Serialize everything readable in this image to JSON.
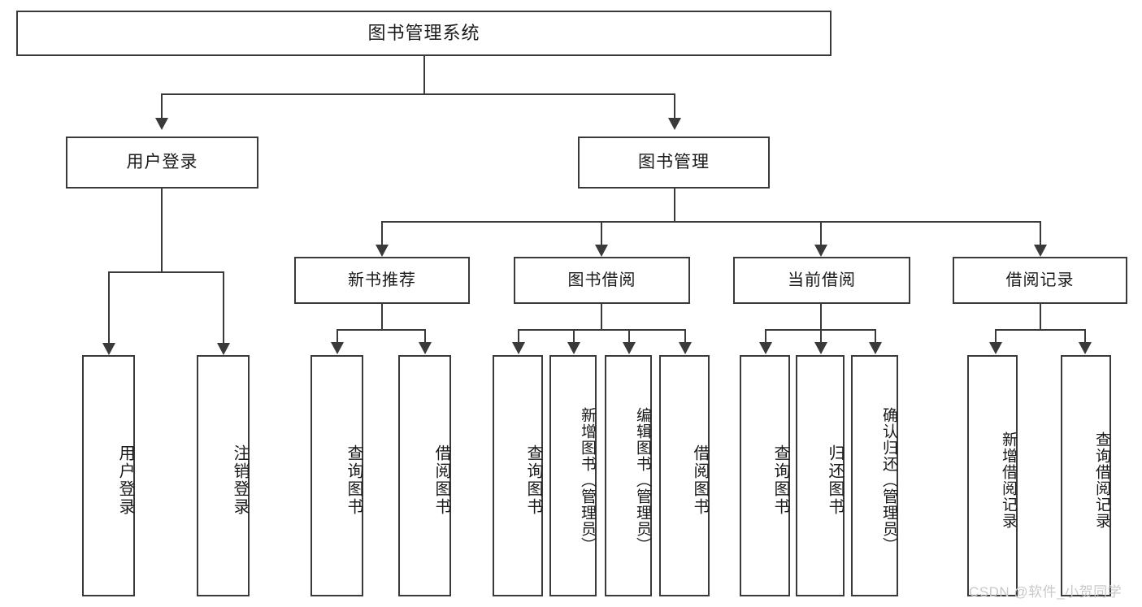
{
  "diagram": {
    "title": "图书管理系统",
    "type": "功能结构图",
    "root": {
      "label": "图书管理系统"
    },
    "level2": [
      {
        "label": "用户登录"
      },
      {
        "label": "图书管理"
      }
    ],
    "level3": [
      {
        "label": "新书推荐"
      },
      {
        "label": "图书借阅"
      },
      {
        "label": "当前借阅"
      },
      {
        "label": "借阅记录"
      }
    ],
    "leaves": {
      "user_login": [
        {
          "label": "用户登录"
        },
        {
          "label": "注销登录"
        }
      ],
      "new_book_recommend": [
        {
          "label": "查询图书"
        },
        {
          "label": "借阅图书"
        }
      ],
      "book_borrow": [
        {
          "label": "查询图书"
        },
        {
          "label": "新增图书（管理员）"
        },
        {
          "label": "编辑图书（管理员）"
        },
        {
          "label": "借阅图书"
        }
      ],
      "current_borrow": [
        {
          "label": "查询图书"
        },
        {
          "label": "归还图书"
        },
        {
          "label": "确认归还（管理员）"
        }
      ],
      "borrow_record": [
        {
          "label": "新增借阅记录"
        },
        {
          "label": "查询借阅记录"
        }
      ]
    }
  },
  "watermark": {
    "text": "CSDN @软件_小贺同学"
  },
  "colors": {
    "border": "#3a3a3a",
    "background": "#ffffff",
    "text": "#1a1a1a",
    "watermark": "#c9c9c9"
  }
}
